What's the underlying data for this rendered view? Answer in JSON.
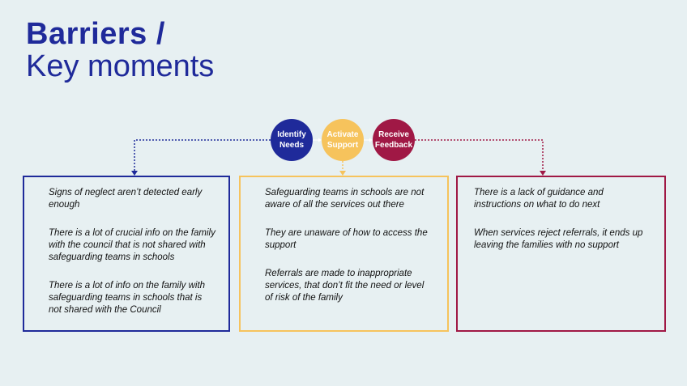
{
  "title": {
    "line1": "Barriers /",
    "line2": "Key moments"
  },
  "stages": [
    {
      "label": "Identify Needs",
      "color": "#1f2a9a"
    },
    {
      "label": "Activate Support",
      "color": "#f6c35c"
    },
    {
      "label": "Receive Feedback",
      "color": "#a01845"
    }
  ],
  "barriers": [
    {
      "stage": "Identify Needs",
      "items": [
        "Signs of neglect aren’t detected early enough",
        "There is a lot of crucial info on the family with the council that is not shared with safeguarding teams in schools",
        "There is a lot of info on the family with safeguarding teams in schools that is not shared with the Council"
      ]
    },
    {
      "stage": "Activate Support",
      "items": [
        "Safeguarding teams in schools are not aware of all the services out there",
        "They are unaware of how to access the support",
        "Referrals are made to inappropriate services, that don’t fit the need or level of risk of the family"
      ]
    },
    {
      "stage": "Receive Feedback",
      "items": [
        "There is a lack of guidance and instructions on what to do next",
        "When services reject referrals, it ends up leaving the families with no support"
      ]
    }
  ]
}
